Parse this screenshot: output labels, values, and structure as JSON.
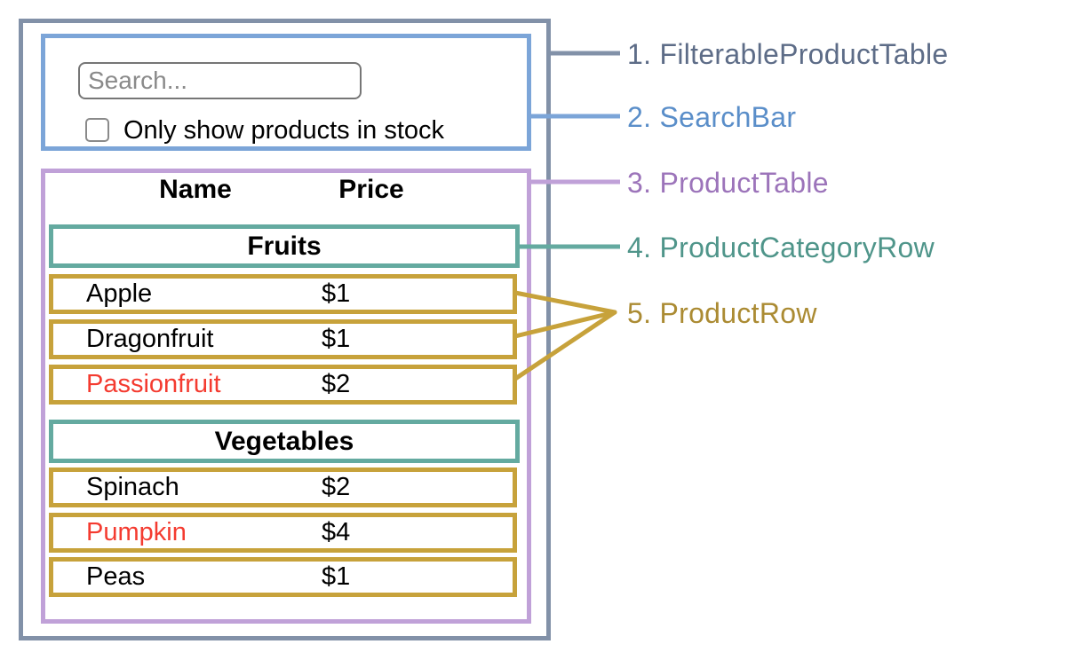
{
  "diagram": {
    "search_bar": {
      "input_placeholder": "Search...",
      "checkbox_label": "Only show products in stock",
      "checkbox_checked": false
    },
    "table": {
      "columns": [
        "Name",
        "Price"
      ],
      "sections": [
        {
          "category": "Fruits",
          "rows": [
            {
              "name": "Apple",
              "price": "$1",
              "out_of_stock": false
            },
            {
              "name": "Dragonfruit",
              "price": "$1",
              "out_of_stock": false
            },
            {
              "name": "Passionfruit",
              "price": "$2",
              "out_of_stock": true
            }
          ]
        },
        {
          "category": "Vegetables",
          "rows": [
            {
              "name": "Spinach",
              "price": "$2",
              "out_of_stock": false
            },
            {
              "name": "Pumpkin",
              "price": "$4",
              "out_of_stock": true
            },
            {
              "name": "Peas",
              "price": "$1",
              "out_of_stock": false
            }
          ]
        }
      ]
    },
    "legend": [
      {
        "label": "1. FilterableProductTable",
        "color": "#5d6c87"
      },
      {
        "label": "2. SearchBar",
        "color": "#5a8ec9"
      },
      {
        "label": "3. ProductTable",
        "color": "#9c74ba"
      },
      {
        "label": "4. ProductCategoryRow",
        "color": "#4f958a"
      },
      {
        "label": "5. ProductRow",
        "color": "#ab8b33"
      }
    ],
    "colors": {
      "filterable_product_table_border": "#8291a8",
      "search_bar_border": "#7ca5d8",
      "product_table_border": "#c0a1d8",
      "product_category_row_border": "#64aaa0",
      "product_row_border": "#c7a23b",
      "out_of_stock_text": "#f43b30"
    }
  }
}
